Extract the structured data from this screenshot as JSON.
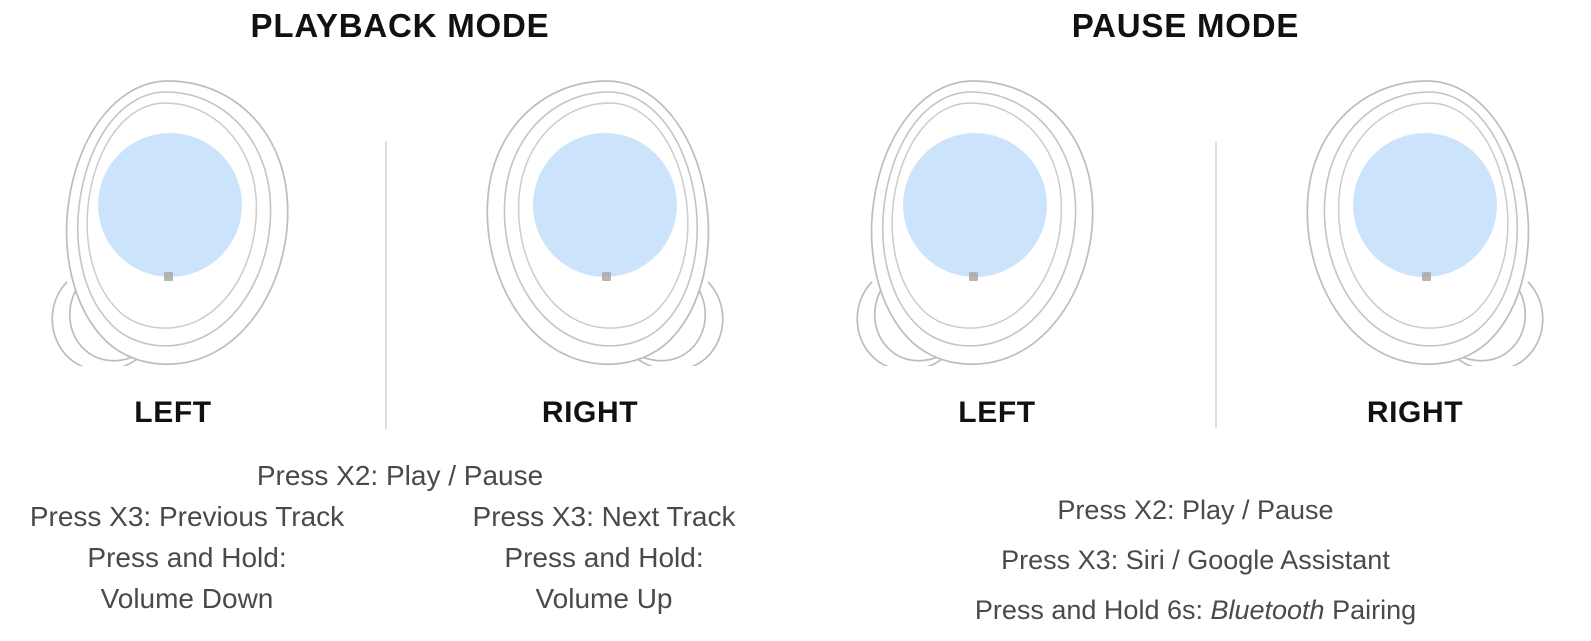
{
  "colors": {
    "touchpad_blue": "#cce4fb",
    "outline_gray": "#b8b8b8",
    "divider_gray": "#dcdcdc",
    "heading_black": "#111111",
    "body_gray": "#4a4a4a",
    "background": "#ffffff",
    "indicator_dot": "#a8a8a8"
  },
  "panels": [
    {
      "id": "playback",
      "title": "PLAYBACK MODE",
      "buds": [
        {
          "side_label": "LEFT",
          "art": "earbud-left-icon",
          "mirrored": false
        },
        {
          "side_label": "RIGHT",
          "art": "earbud-right-icon",
          "mirrored": true
        }
      ],
      "shared_instruction": "Press X2: Play / Pause",
      "left_instructions": [
        "Press X3: Previous Track",
        "Press and Hold:",
        "Volume Down"
      ],
      "right_instructions": [
        "Press X3: Next Track",
        "Press and Hold:",
        "Volume Up"
      ]
    },
    {
      "id": "pause",
      "title": "PAUSE MODE",
      "buds": [
        {
          "side_label": "LEFT",
          "art": "earbud-left-icon",
          "mirrored": false
        },
        {
          "side_label": "RIGHT",
          "art": "earbud-right-icon",
          "mirrored": true
        }
      ],
      "instructions": [
        {
          "text": "Press X2: Play / Pause",
          "italic_part": ""
        },
        {
          "text": "Press X3: Siri / Google Assistant",
          "italic_part": ""
        },
        {
          "prefix": "Press and Hold 6s: ",
          "italic_part": "Bluetooth",
          "suffix": " Pairing"
        }
      ]
    }
  ]
}
